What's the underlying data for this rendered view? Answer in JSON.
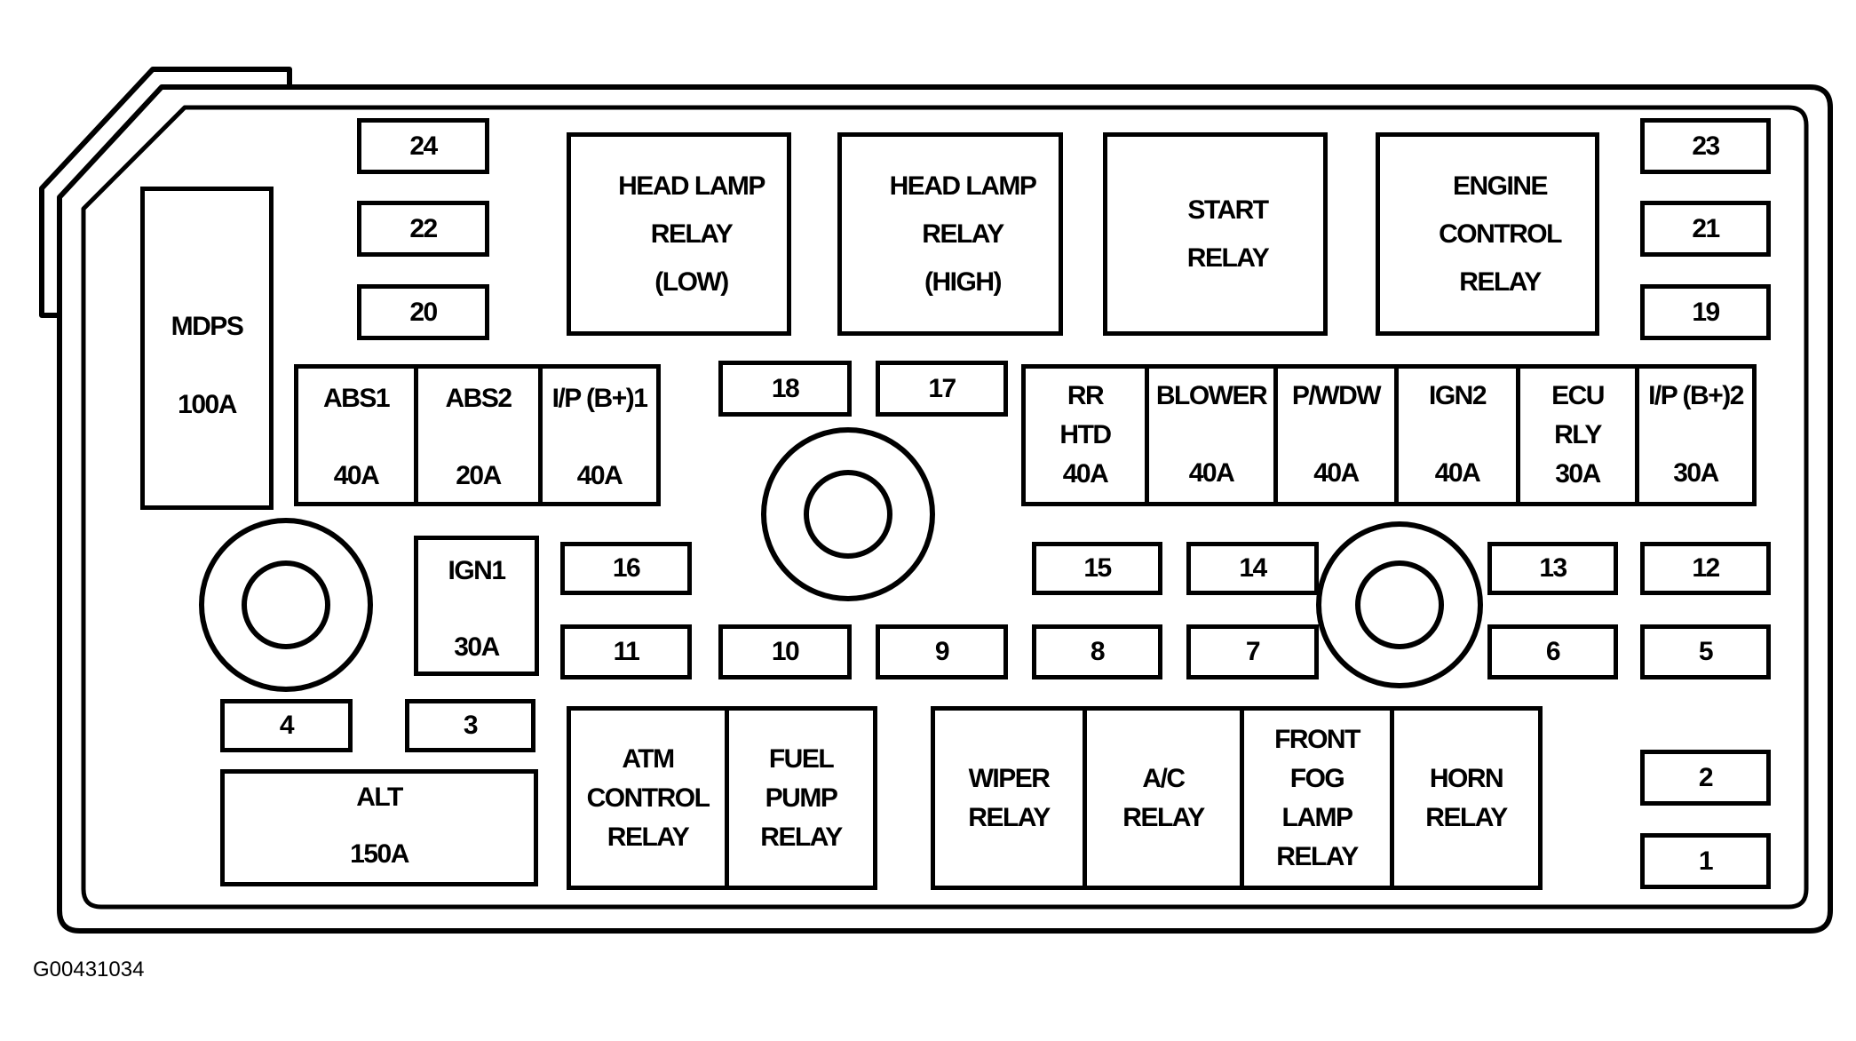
{
  "figure_code": "G00431034",
  "colors": {
    "line": "#000000",
    "background": "#ffffff"
  },
  "fuse_box": {
    "mini_fuses": [
      "1",
      "2",
      "3",
      "4",
      "5",
      "6",
      "7",
      "8",
      "9",
      "10",
      "11",
      "12",
      "13",
      "14",
      "15",
      "16",
      "17",
      "18",
      "19",
      "20",
      "21",
      "22",
      "23",
      "24"
    ],
    "mdps": {
      "name": "MDPS",
      "rating": "100A"
    },
    "ign1": {
      "name": "IGN1",
      "rating": "30A"
    },
    "alt": {
      "name": "ALT",
      "rating": "150A"
    },
    "left_fusible_links": [
      {
        "name": [
          "ABS1"
        ],
        "rating": "40A"
      },
      {
        "name": [
          "ABS2"
        ],
        "rating": "20A"
      },
      {
        "name": [
          "I/P (B+)1"
        ],
        "rating": "40A"
      }
    ],
    "right_fusible_links": [
      {
        "name": [
          "RR",
          "HTD"
        ],
        "rating": "40A"
      },
      {
        "name": [
          "BLOWER"
        ],
        "rating": "40A"
      },
      {
        "name": [
          "P/WDW"
        ],
        "rating": "40A"
      },
      {
        "name": [
          "IGN2"
        ],
        "rating": "40A"
      },
      {
        "name": [
          "ECU",
          "RLY"
        ],
        "rating": "30A"
      },
      {
        "name": [
          "I/P (B+)2"
        ],
        "rating": "30A"
      }
    ],
    "top_relays": [
      {
        "lines": [
          "HEAD LAMP",
          "RELAY",
          "(LOW)"
        ]
      },
      {
        "lines": [
          "HEAD LAMP",
          "RELAY",
          "(HIGH)"
        ]
      },
      {
        "lines": [
          "START",
          "RELAY"
        ]
      },
      {
        "lines": [
          "ENGINE",
          "CONTROL",
          "RELAY"
        ]
      }
    ],
    "bottom_left_relays": [
      {
        "lines": [
          "ATM",
          "CONTROL",
          "RELAY"
        ]
      },
      {
        "lines": [
          "FUEL",
          "PUMP",
          "RELAY"
        ]
      }
    ],
    "bottom_right_relays": [
      {
        "lines": [
          "WIPER",
          "RELAY"
        ]
      },
      {
        "lines": [
          "A/C",
          "RELAY"
        ]
      },
      {
        "lines": [
          "FRONT",
          "FOG",
          "LAMP",
          "RELAY"
        ]
      },
      {
        "lines": [
          "HORN",
          "RELAY"
        ]
      }
    ]
  }
}
